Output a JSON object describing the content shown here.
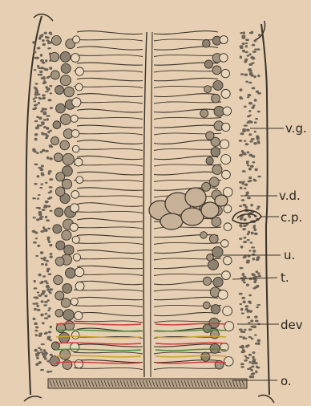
{
  "figure": {
    "background": "#e6cfb2",
    "ink": "#3b322b",
    "cell_fill": "#e9d7bd",
    "dot_fill": "#6b6358",
    "dev_line_colors": [
      "#d23a3a",
      "#4a8f3c",
      "#c7a22a"
    ]
  },
  "labels": {
    "vg": "v.g.",
    "vd": "v.d.",
    "cp": "c.p.",
    "u": "u.",
    "t": "t.",
    "dev": "dev",
    "o": "o."
  }
}
